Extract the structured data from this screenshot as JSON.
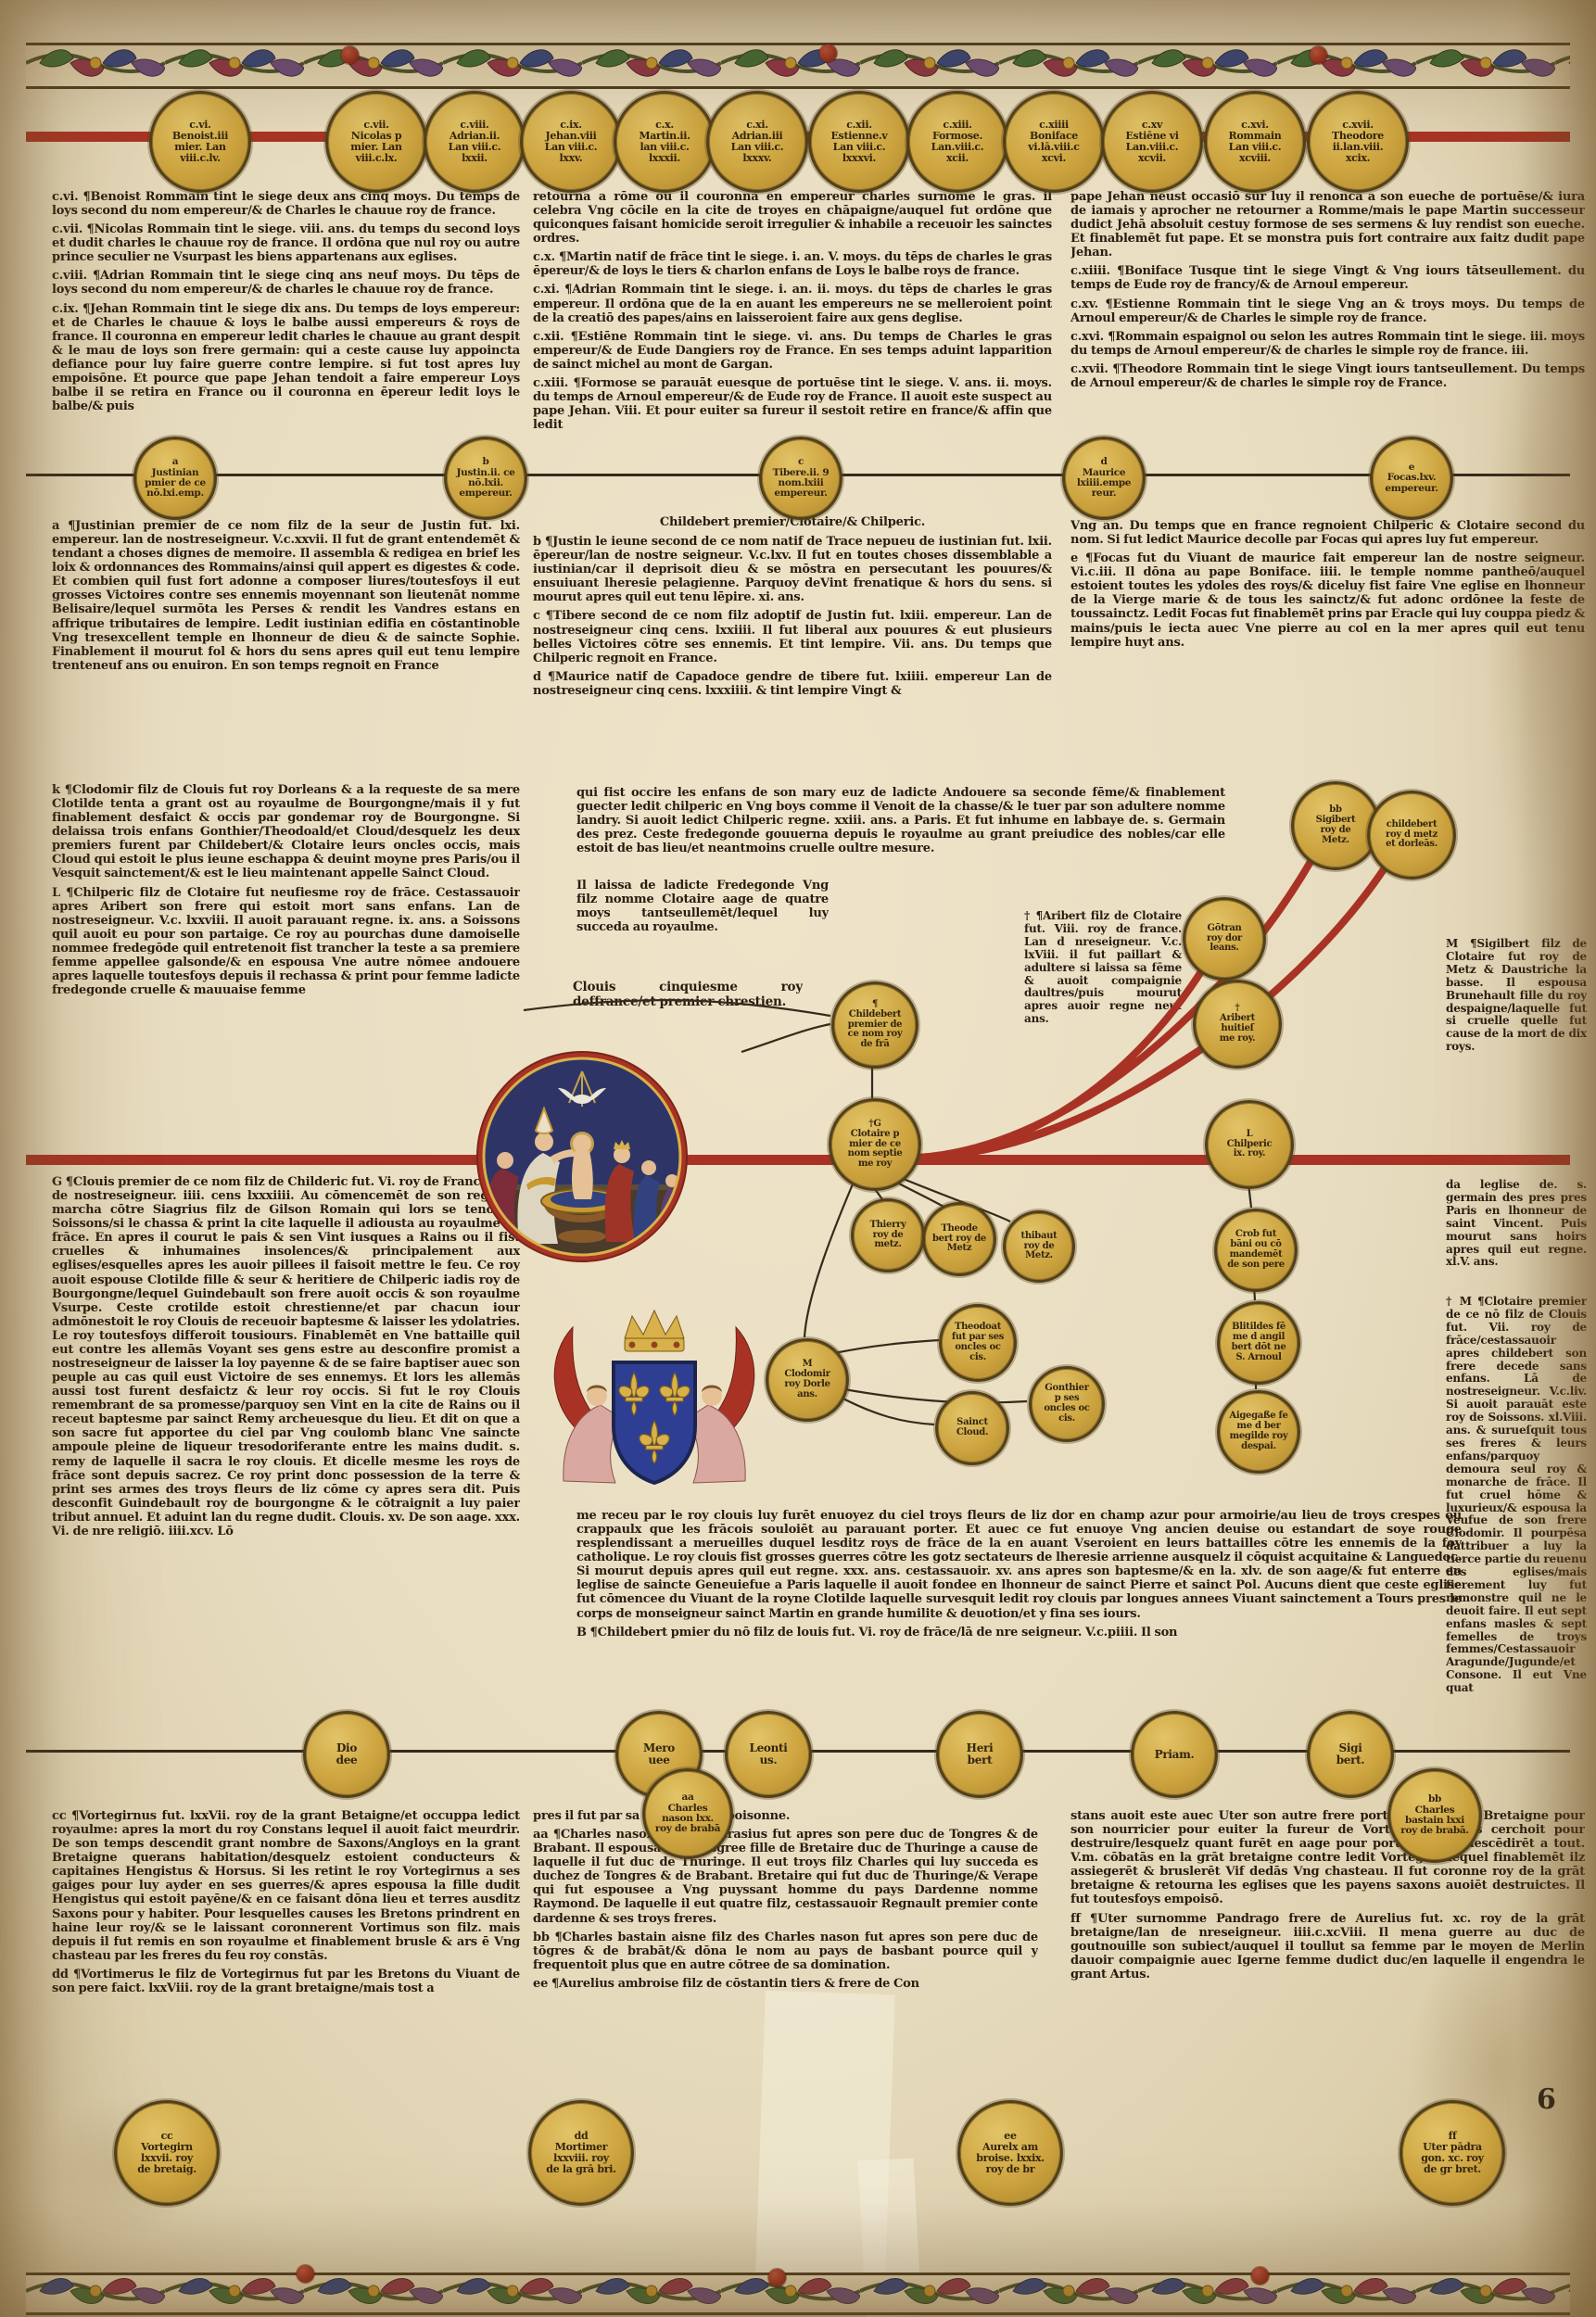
{
  "page": {
    "folio_mark": "6"
  },
  "colors": {
    "accent_red": "#a83325",
    "gold": "#cda43f",
    "shield_blue": "#2e3f93",
    "parchment": "#e8ddc1",
    "ink": "#281d10"
  },
  "popes": {
    "circles": [
      "c.vi.\nBenoist.iii\nmier. Lan\nviii.c.lv.",
      "c.vii.\nNicolas p\nmier. Lan\nviii.c.lx.",
      "c.viii.\nAdrian.ii.\nLan viii.c.\nlxxii.",
      "c.ix.\nJehan.viii\nLan viii.c.\nlxxv.",
      "c.x.\nMartin.ii.\nlan viii.c.\nlxxxii.",
      "c.xi.\nAdrian.iii\nLan viii.c.\nlxxxv.",
      "c.xii.\nEstienne.v\nLan viii.c.\nlxxxvi.",
      "c.xiii.\nFormose.\nLan.viii.c.\nxcii.",
      "c.xiiii\nBoniface\nvi.lā.viii.c\nxcvi.",
      "c.xv\nEstiēne vi\nLan.viii.c.\nxcvii.",
      "c.xvi.\nRommain\nLan viii.c.\nxcviii.",
      "c.xvii.\nTheodore\nii.lan.viii.\nxcix."
    ]
  },
  "emperors": [
    "a\nJustinian\npmier de ce\nnō.lxi.emp.",
    "b\nJustin.ii. ce\nnō.lxii.\nempereur.",
    "c\nTibere.ii. 9\nnom.lxiii\nempereur.",
    "d\nMaurice\nlxiiii.empe\nreur.",
    "e\nFocas.lxv.\nempereur."
  ],
  "gen_nodes": {
    "childebert1": "¶\nChildebert\npremier de\nce nom roy\nde frā",
    "clotaire1": "†G\nClotaire p\nmier de ce\nnom septie\nme roy",
    "thierry": "Thierry\nroy de\nmetz.",
    "theodebert": "Theode\nbert roy de\nMetz",
    "thibaut": "thibaut\nroy de\nMetz.",
    "theodoat": "Theodoat\nfut par ses\noncles oc\ncis.",
    "clodomir": "M\nClodomir\nroy Dorle\nans.",
    "gonthier": "Gonthier\np ses\noncles oc\ncis.",
    "cloud": "Sainct\nCloud.",
    "sigibert_metz": "bb\nSigibert\nroy de\nMetz.",
    "childebert_metz": "childebert\nroy d metz\net dorleās.",
    "gotran": "Gōtran\nroy dor\nleans.",
    "aribert": "†\nAribert\nhuitieſ\nme roy.",
    "chilperic": "L\nChilperic\nix. roy.",
    "crab": "Crob fut\nbāni ou cō\nmandemēt\nde son pere",
    "blitildes": "Blitildes fē\nme d angil\nbert dōt ne\nS. Arnoul",
    "aigegase": "Aigegaße fe\nme d ber\nmegilde roy\ndespai."
  },
  "kings_row": [
    "Dio\ndee",
    "Mero\nuee",
    "Leonti\nus.",
    "Heri\nbert",
    "Priam.",
    "Sigi\nbert."
  ],
  "charles_nodes": {
    "aa": "aa\nCharles\nnason lxx.\nroy de brabā",
    "bb": "bb\nCharles\nbastain lxxi\nroy de brabā."
  },
  "bottom_nodes": {
    "cc": "cc\nVortegirn\nlxxvii. roy\nde bretaig.",
    "dd": "dd\nMortimer\nlxxviii. roy\nde la grā bri.",
    "ee": "ee\nAurelx am\nbroise. lxxix.\nroy de br",
    "ff": "ff\nUter pādra\ngon. xc. roy\nde gr bret."
  },
  "text": {
    "top": {
      "col1": [
        "c.vi.  ¶Benoist Rommain tint le siege deux ans cinq moys. Du temps de loys second du nom empereur/& de Charles le chauue roy de france.",
        "c.vii.  ¶Nicolas Rommain tint le siege. viii. ans. du temps du second loys et dudit charles le chauue roy de france. Il ordōna que nul roy ou autre prince seculier ne Vsurpast les biens appartenans aux eglises.",
        "c.viii.  ¶Adrian Rommain tint le siege cinq ans neuf moys. Du tēps de loys second du nom empereur/& de charles le chauue roy de france.",
        "c.ix.  ¶Jehan Rommain tint le siege dix ans. Du temps de loys empereur: et de Charles le chauue & loys le balbe aussi empereurs & roys de france. Il couronna en empereur ledit charles le chauue au grant despit & le mau de loys son frere germain: qui a ceste cause luy appoincta defiance pour luy faire guerre contre lempire. si fut tost apres luy empoisōne. Et pource que pape Jehan tendoit a faire empereur Loys balbe il se retira en France ou il couronna en ēpereur ledit loys le balbe/& puis"
      ],
      "col2": [
        "retourna a rōme ou il couronna en empereur charles surnōme le gras. il celebra Vng cōcile en la cite de troyes en chāpaigne/auquel fut ordōne que quiconques faisant homicide seroit irregulier & inhabile a receuoir les sainctes ordres.",
        "c.x.  ¶Martin natif de frāce tint le siege. i. an. V. moys. du tēps de charles le gras ēpereur/& de loys le tiers & charlon enfans de Loys le balbe roys de france.",
        "c.xi.  ¶Adrian Rommain tint le siege. i. an. ii. moys. du tēps de charles le gras empereur. Il ordōna que de la en auant les empereurs ne se melleroient point de la creatiō des papes/ains en laisseroient faire aux gens deglise.",
        "c.xii.  ¶Estiēne Rommain tint le siege. vi. ans. Du temps de Charles le gras empereur/& de Eude Dangiers roy de France. En ses temps aduint lapparition de sainct michel au mont de Gargan.",
        "c.xiii.  ¶Formose se parauāt euesque de portuēse tint le siege. V. ans. ii. moys. du temps de Arnoul empereur/& de Eude roy de France. Il auoit este suspect au pape Jehan. Viii. Et pour euiter sa fureur il sestoit retire en france/& affin que ledit"
      ],
      "col3": [
        "pape Jehan neust occasiō sur luy il renonca a son eueche de portuēse/& iura de iamais y aprocher ne retourner a Romme/mais le pape Martin successeur dudict Jehā absoluit cestuy formose de ses sermens & luy rendist son eueche. Et finablemēt fut pape. Et se monstra puis fort contraire aux faitz dudit pape Jehan.",
        "c.xiiii.  ¶Boniface Tusque tint le siege Vingt & Vng iours tātseullement. du temps de Eude roy de francy/& de Arnoul empereur.",
        "c.xv.  ¶Estienne Rommain tint le siege Vng an & troys moys. Du temps de Arnoul empereur/& de Charles le simple roy de france.",
        "c.xvi.  ¶Rommain espaignol ou selon les autres Rommain tint le siege. iii. moys du temps de Arnoul empereur/& de charles le simple roy de france. iii.",
        "c.xvii.  ¶Theodore Rommain tint le siege Vingt iours tantseullement. Du temps de Arnoul empereur/& de charles le simple roy de France."
      ]
    },
    "emp": {
      "col1": [
        "a   ¶Justinian premier de ce nom filz de la seur de Justin fut. lxi. empereur. lan de nostreseigneur. V.c.xxvii. Il fut de grant entendemēt & tendant a choses dignes de memoire. Il assembla & redigea en brief les loix & ordonnances des Rommains/ainsi quil appert es digestes & code. Et combien quil fust fort adonne a composer liures/toutesfoys il eut grosses Victoires contre ses ennemis moyennant son lieutenāt nomme Belisaire/lequel surmōta les Perses & rendit les Vandres estans en affrique tributaires de lempire. Ledit iustinian edifia en cōstantinoble Vng tresexcellent temple en lhonneur de dieu & de saincte Sophie. Finablement il mourut fol & hors du sens apres quil eut tenu lempire trenteneuf ans ou enuiron. En son temps regnoit en France"
      ],
      "header": "Childebert premier/Clotaire/& Chilperic.",
      "col2": [
        "b   ¶Justin le ieune second de ce nom natif de Trace nepueu de iustinian fut. lxii. ēpereur/lan de nostre seigneur. V.c.lxv. Il fut en toutes choses dissemblable a iustinian/car il deprisoit dieu & se mōstra en persecutant les pouures/& ensuiuant lheresie pelagienne. Parquoy deVint frenatique & hors du sens. si mourut apres quil eut tenu lēpire. xi. ans.",
        "c   ¶Tibere second de ce nom filz adoptif de Justin fut. lxiii. empereur. Lan de nostreseigneur cinq cens. lxxiiii. Il fut liberal aux pouures & eut plusieurs belles Victoires cōtre ses ennemis. Et tint lempire. Vii. ans. Du temps que Chilperic regnoit en France.",
        "d   ¶Maurice natif de Capadoce gendre de tibere fut. lxiiii. empereur Lan de nostreseigneur cinq cens. lxxxiiii. & tint lempire Vingt &"
      ],
      "col3": [
        "Vng an. Du temps que en france regnoient Chilperic & Clotaire second du nom. Si fut ledict Maurice decolle par Focas qui apres luy fut empereur.",
        "e   ¶Focas fut du Viuant de maurice fait empereur lan de nostre seigneur. Vi.c.iii. Il dōna au pape Boniface. iiii. le temple nomme pantheō/auquel estoient toutes les ydoles des roys/& diceluy fist faire Vne eglise en lhonneur de la Vierge marie & de tous les sainctz/& fut adonc ordōnee la feste de toussainctz. Ledit Focas fut finablemēt prins par Eracle qui luy couppa piedz & mains/puis le iecta auec Vne pierre au col en la mer apres quil eut tenu lempire huyt ans."
      ]
    },
    "gen": {
      "left_above": [
        "k   ¶Clodomir filz de Clouis fut roy Dorleans & a la requeste de sa mere Clotilde tenta a grant ost au royaulme de Bourgongne/mais il y fut finablement desfaict & occis par gondemar roy de Bourgongne. Si delaissa trois enfans Gonthier/Theodoald/et Cloud/desquelz les deux premiers furent par Childebert/& Clotaire leurs oncles occis, mais Cloud qui estoit le plus ieune eschappa & deuint moyne pres Paris/ou il Vesquit sainctement/& est le lieu maintenant appelle Sainct Cloud.",
        "L   ¶Chilperic filz de Clotaire fut neufiesme roy de frāce. Cestassauoir apres Aribert son frere qui estoit mort sans enfans. Lan de nostreseigneur. V.c. lxxviii. Il auoit parauant regne. ix. ans. a Soissons quil auoit eu pour son partaige. Ce roy au pourchas dune damoiselle nommee fredegōde quil entretenoit fist trancher la teste a sa premiere femme appellee galsonde/& en espousa Vne autre nōmee andouere apres laquelle toutesfoys depuis il rechassa & print pour femme ladicte fredegonde cruelle & mauuaise femme"
      ],
      "left_below": [
        "G   ¶Clouis premier de ce nom filz de Childeric fut. Vi. roy de France. Lan de nostreseigneur. iiii. cens lxxxiiii. Au cōmencemēt de son regne il marcha cōtre Siagrius filz de Gilson Romain qui lors se tenoit a Soissons/si le chassa & print la cite laquelle il adiousta au royaulme de frāce. En apres il courut le pais & sen Vint iusques a Rains ou il fist cruelles & inhumaines insolences/& principalement aux eglises/esquelles apres les auoir pillees il faisoit mettre le feu. Ce roy auoit espouse Clotilde fille & seur & heritiere de Chilperic iadis roy de Bourgongne/lequel Guindebault son frere auoit occis & son royaulme Vsurpe. Ceste crotilde estoit chrestienne/et par chacun iour admōnestoit le roy Clouis de receuoir baptesme & laisser les ydolatries. Le roy toutesfoys differoit tousiours. Finablemēt en Vne battaille quil eut contre les allemās Voyant ses gens estre au desconfire promist a nostreseigneur de laisser la loy payenne & de se faire baptiser auec son peuple au cas quil eust Victoire de ses ennemys. Et lors les allemās aussi tost furent desfaictz & leur roy occis. Si fut le roy Clouis remembrant de sa promesse/parquoy sen Vint en la cite de Rains ou il receut baptesme par sainct Remy archeuesque du lieu. Et dit on que a son sacre fut apportee du ciel par Vng coulomb blanc Vne saincte ampoule pleine de liqueur tresodoriferante entre les mains dudit. s. remy de laquelle il sacra le roy clouis. Et dicelle mesme les roys de frāce sont depuis sacrez. Ce roy print donc possession de la terre & print ses armes des troys fleurs de liz cōme cy apres sera dit. Puis desconfit Guindebault roy de bourgongne & le cōtraignit a luy paier tribut annuel. Et aduint lan du regne dudit. Clouis. xv. De son aage. xxx. Vi. de nre religiō. iiii.xcv. Lō"
      ],
      "mid1": "qui fist occire les enfans de son mary euz de ladicte Andouere sa seconde fēme/& finablement guecter ledit chilperic en Vng boys comme il Venoit de la chasse/& le tuer par son adultere nomme landry. Si auoit ledict Chilperic regne. xxiii. ans. a Paris. Et fut inhume en labbaye de. s. Germain des prez. Ceste fredegonde gouuerna depuis le royaulme au grant preiudice des nobles/car elle estoit de bas lieu/et neantmoins cruelle oultre mesure.",
      "mid2": "Il laissa de ladicte Fredegonde Vng filz nomme Clotaire aage de quatre moys tantseullemēt/lequel luy succeda au royaulme.",
      "caption": "Clouis cinquiesme roy deffrance/et premier chrestien.",
      "aribert_note": "†  ¶Aribert filz de Clotaire fut. Viii. roy de france. Lan d nreseigneur. V.c. lxViii. il fut paillart & adultere si laissa sa fēme & auoit compaignie daultres/puis mourut apres auoir regne neuf ans.",
      "right1": "M  ¶Sigilbert filz de Clotaire fut roy de Metz & Daustriche la basse. Il espousa Brunehault fille du roy despaigne/laquelle fut si cruelle quelle fut cause de la mort de dix roys.",
      "right2": "da leglise de. s. germain des pres pres Paris en lhonneur de saint Vincent. Puis mourut sans hoirs apres quil eut regne. xl.V. ans.",
      "right3": "† M  ¶Clotaire premier de ce nō filz de Clouis fut. Vii. roy de frāce/cestassauoir apres childebert son frere decede sans enfans. Lā de nostreseigneur. V.c.liv. Si auoit parauāt este roy de Soissons. xl.Viii. ans. & surueſquit tous ses freres & leurs enfans/parquoy demoura seul roy & monarche de frāce. Il fut cruel hōme & luxurieux/& espousa la Veufue de son frere Clodomir. Il pourpēsa dattribuer a luy la tierce partie du reuenu des eglises/mais fierement luy fut remonstre quil ne le deuoit faire. Il eut sept enfans masles & sept femelles de troys femmes/Cestassauoir Aragunde/Jugunde/et Consone. Il eut Vne quat"
    },
    "mid_bottom": [
      "me receu par le roy clouis luy furēt enuoyez du ciel troys fleurs de liz dor en champ azur pour armoirie/au lieu de troys crespes ou crappaulx que les frācois souloiēt au parauant porter. Et auec ce fut enuoye Vng ancien deuise ou estandart de soye rouge resplendissant a merueilles duquel lesditz roys de frāce de la en auant Vseroient en leurs battailles cōtre les ennemis de la foy catholique. Le roy clouis fist grosses guerres cōtre les gotz sectateurs de lheresie arrienne ausquelz il cōquist acquitaine & Languedoc. Si mourut depuis apres quil eut regne. xxx. ans. cestassauoir. xv. ans apres son baptesme/& en la. xlv. de son aage/& fut enterre en leglise de saincte Geneuiefue a Paris laquelle il auoit fondee en lhonneur de sainct Pierre et sainct Pol. Aucuns dient que ceste eglise fut cōmencee du Viuant de la royne Clotilde laquelle survesquit ledit roy clouis par longues annees Viuant sainctement a Tours pres le corps de monseigneur sainct Martin en grande humilite & deuotion/et y fina ses iours.",
      "B  ¶Childebert pmier du nō filz de louis fut. Vi. roy de frāce/lā de nre seigneur. V.c.piiii. Il son"
    ],
    "bottom": {
      "col1": [
        "cc  ¶Vortegirnus fut. lxxVii. roy de la grant Betaigne/et occuppa ledict royaulme: apres la mort du roy Constans lequel il auoit faict meurdrir. De son temps descendit grant nombre de Saxons/Angloys en la grant Bretaigne querans habitation/desquelz estoient conducteurs & capitaines Hengistus & Horsus. Si les retint le roy Vortegirnus a ses gaiges pour luy ayder en ses guerres/& apres espousa la fille dudit Hengistus qui estoit payēne/& en ce faisant dōna lieu et terres ausditz Saxons pour y habiter. Pour lesquelles causes les Bretons prindrent en haine leur roy/& se le laissant coronnerent Vortimus son filz. mais depuis il fut remis en son royaulme et finablement brusle & ars ē Vng chasteau par les freres du feu roy constās.",
        "dd  ¶Vortimerus le filz de Vortegirnus fut par les Bretons du Viuant de son pere faict. lxxViii. roy de la grant bretaigne/mais tost a"
      ],
      "col2": [
        "pres il fut par sa marastre empoisonne.",
        "aa  ¶Charles nason filz de Astrasius fut apres son pere duc de Tongres & de Brabant. Il espousa VValdesgree fille de Bretaire duc de Thuringe a cause de laquelle il fut duc de Thuringe. Il eut troys filz Charles qui luy succeda es duchez de Tongres & de Brabant. Bretaire qui fut duc de Thuringe/& Verape qui fut espousee a Vng puyssant homme du pays Dardenne nomme Raymond. De laquelle il eut quatre filz, cestassauoir Regnault premier conte dardenne & ses troys freres.",
        "bb  ¶Charles bastain aisne filz des Charles nason fut apres son pere duc de tōgres & de brabāt/& dōna le nom au pays de basbant pource quil y frequentoit plus que en autre cōtree de sa domination.",
        "ee  ¶Aurelius ambroise filz de cōstantin tiers & frere de Con"
      ],
      "col3": [
        "stans auoit este auec Uter son autre frere porte en la petite Bretaigne pour son nourricier pour euiter la fureur de Vortegirn qui les cerchoit pour destruire/lesquelz quant furēt en aage pour porter armes descēdirēt a tout. V.m. cōbatās en la grāt bretaigne contre ledit Vortegirn lequel finablemēt ilz assiegerēt & bruslerēt Vif dedās Vng chasteau. Il fut coronne roy de la grāt bretaigne & retourna les eglises que les payens saxons auoiēt destruictes. Il fut toutesfoys empoisō.",
        "ff  ¶Uter surnomme Pandrago frere de Aurelius fut. xc. roy de la grāt bretaigne/lan de nreseigneur. iiii.c.xcViii. Il mena guerre au duc de goutnouille son subiect/auquel il toullut sa femme par le moyen de Merlin dauoir compaignie auec Igerne femme dudict duc/en laquelle il engendra le grant Artus."
      ]
    }
  }
}
